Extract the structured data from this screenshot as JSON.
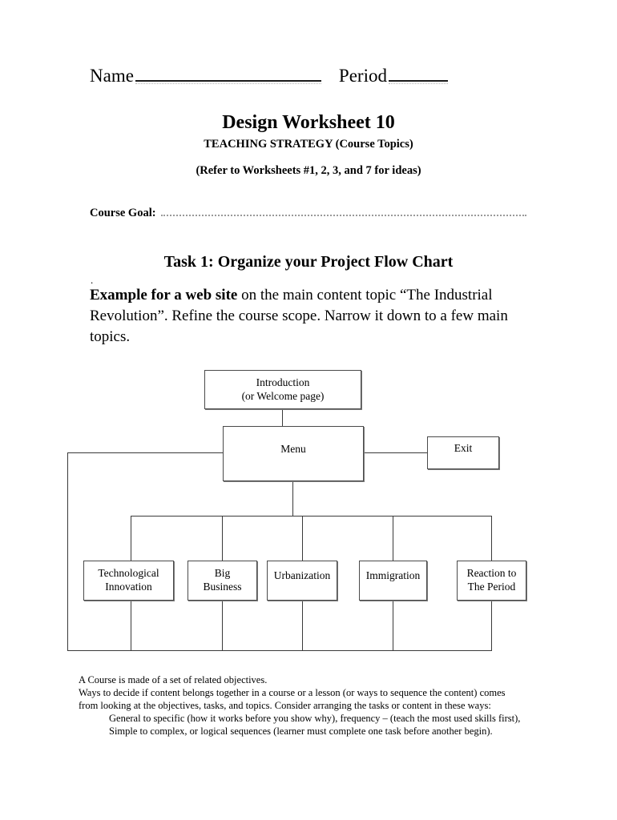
{
  "header": {
    "name_label": "Name",
    "period_label": "Period"
  },
  "title": "Design Worksheet 10",
  "subtitle": "TEACHING STRATEGY (Course Topics)",
  "refer_note": "(Refer to Worksheets #1, 2, 3, and 7 for ideas)",
  "course_goal": {
    "label": "Course Goal:",
    "value": ""
  },
  "task": {
    "heading": "Task 1:  Organize your Project Flow Chart",
    "stray_mark": ".",
    "example_lead": "Example for a web site",
    "example_rest": " on the main content topic “The Industrial Revolution”.  Refine the course scope. Narrow it down to a few main topics."
  },
  "flowchart": {
    "nodes": {
      "introduction": "Introduction\n(or Welcome page)",
      "introduction_line1": "Introduction",
      "introduction_line2": "(or Welcome page)",
      "menu": "Menu",
      "exit": "Exit",
      "leaf1_line1": "Technological",
      "leaf1_line2": "Innovation",
      "leaf2_line1": "Big",
      "leaf2_line2": "Business",
      "leaf3": "Urbanization",
      "leaf4": "Immigration",
      "leaf5_line1": "Reaction to",
      "leaf5_line2": "The Period"
    }
  },
  "notes": {
    "line1": "A Course is made of a set of related objectives.",
    "line2": "Ways to decide if content belongs together in a course or a lesson (or ways to sequence the content) comes",
    "line3": "from looking at the objectives, tasks, and topics. Consider arranging the tasks or content in these ways:",
    "line4": "General to specific (how it works before you show why), frequency – (teach the most used skills first),",
    "line5": "Simple to complex, or logical sequences (learner must complete one task before another begin)."
  },
  "colors": {
    "text": "#000000",
    "line": "#3a3a3a",
    "box_border": "#4a4a4a",
    "dotted_rule": "#9a9a9a"
  }
}
